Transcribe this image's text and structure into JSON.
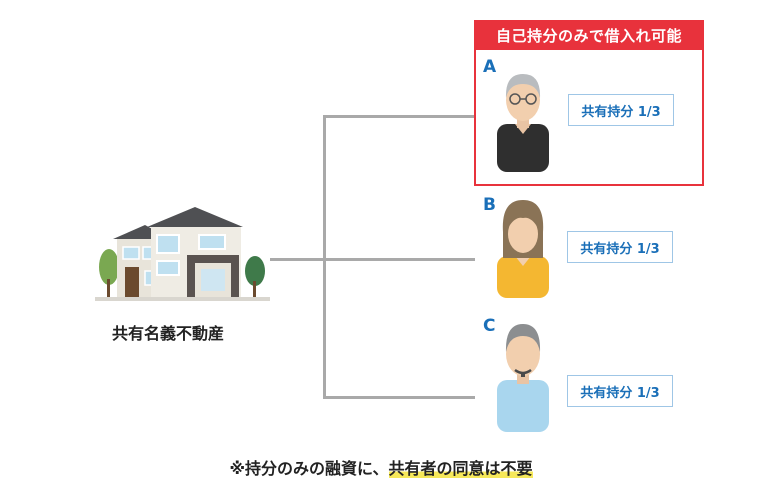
{
  "banner": "自己持分のみで借入れ可能",
  "house_label": "共有名義不動産",
  "owners": [
    {
      "letter": "A",
      "share": "共有持分 1/3"
    },
    {
      "letter": "B",
      "share": "共有持分 1/3"
    },
    {
      "letter": "C",
      "share": "共有持分 1/3"
    }
  ],
  "note_prefix": "※持分のみの融資に、",
  "note_highlight": "共有者の同意は不要",
  "colors": {
    "accent_red": "#e8323c",
    "accent_blue": "#1a6fb8",
    "connector": "#a9a9a9",
    "highlight": "#f6e85a"
  }
}
